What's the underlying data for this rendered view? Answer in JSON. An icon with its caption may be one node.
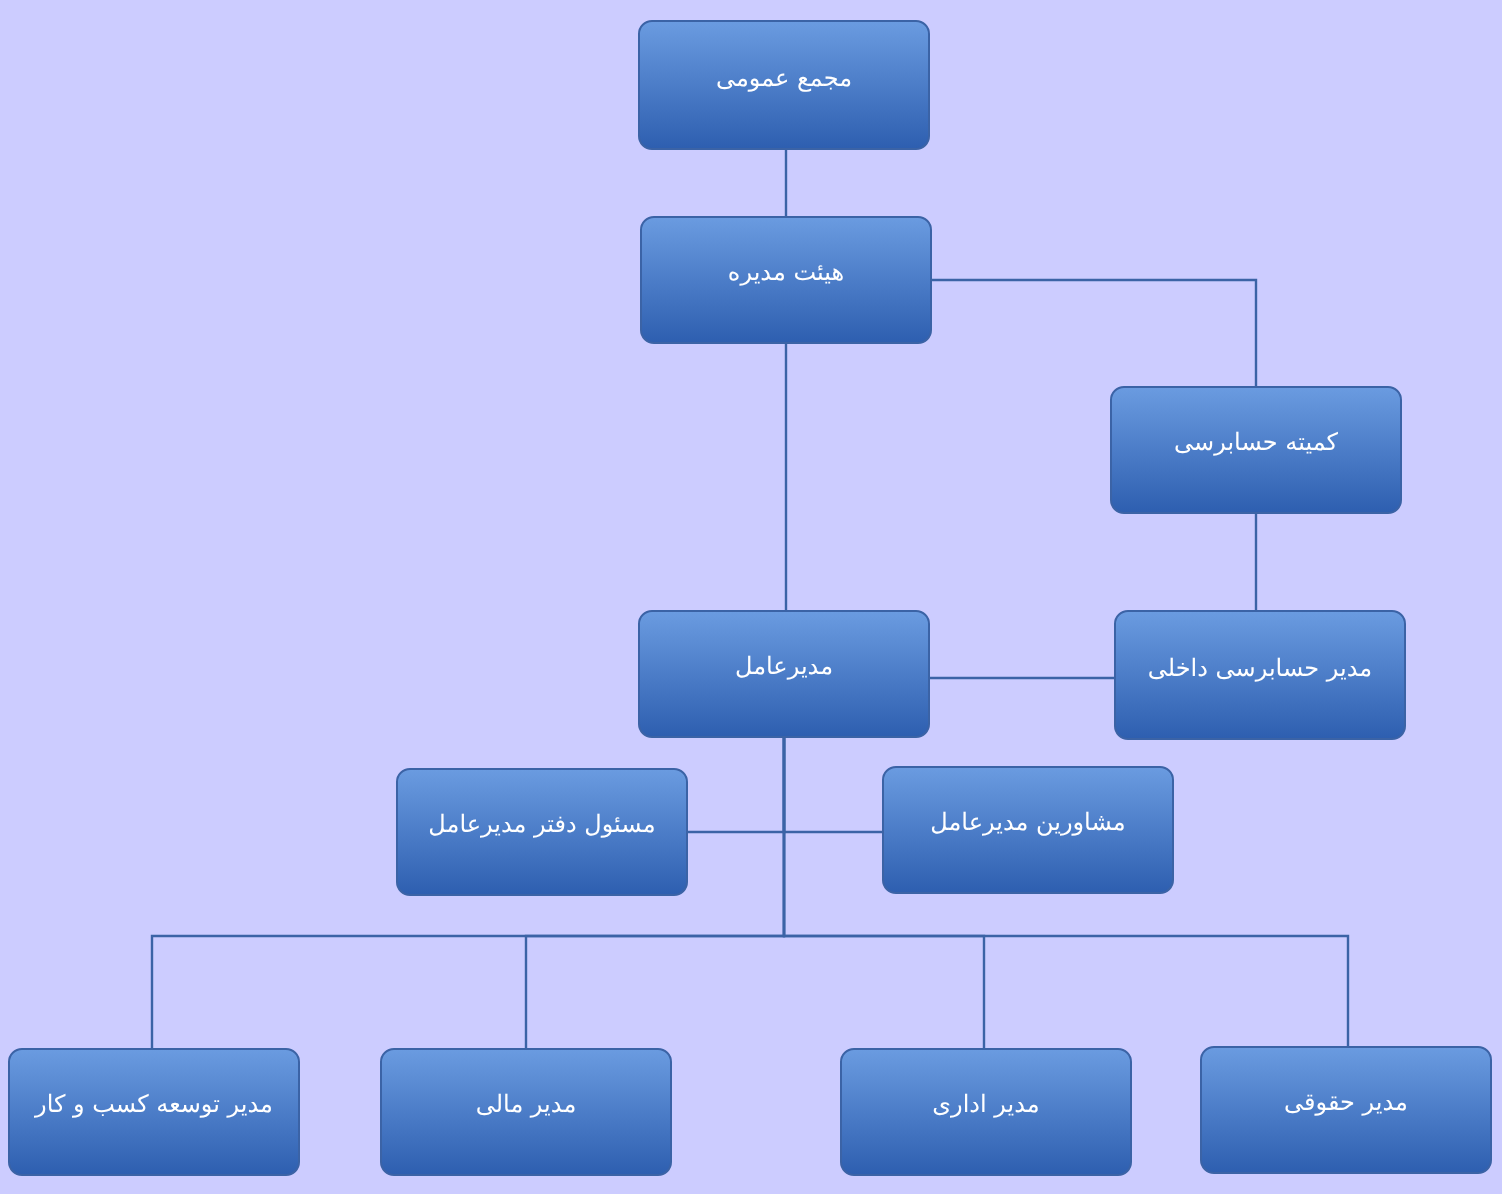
{
  "diagram": {
    "nodes": [
      {
        "text": [
          "مجمع عمومی"
        ]
      },
      {
        "text": [
          "هیئت مدیره"
        ]
      },
      {
        "text": [
          "کمیته حسابرسی"
        ]
      },
      {
        "text": [
          "مدیرعامل"
        ]
      },
      {
        "text": [
          "مدیر حسابرسی داخلی"
        ]
      },
      {
        "text": [
          "مسئول دفتر مدیرعامل"
        ]
      },
      {
        "text": [
          "مشاورین مدیرعامل"
        ]
      },
      {
        "text": [
          "مدیر توسعه کسب و کار"
        ]
      },
      {
        "text": [
          "مدیر مالی"
        ]
      },
      {
        "text": [
          "مدیر اداری"
        ]
      },
      {
        "text": [
          "مدیر حقوقی"
        ]
      }
    ],
    "edges": [
      {
        "from": 0,
        "to": 1,
        "arrow": "none"
      },
      {
        "from": 1,
        "to": 2,
        "arrow": "none"
      },
      {
        "from": 1,
        "to": 3,
        "arrow": "none"
      },
      {
        "from": 2,
        "to": 4,
        "arrow": "none"
      },
      {
        "from": 3,
        "to": 4,
        "arrow": "none"
      },
      {
        "from": 3,
        "to": 5,
        "arrow": "none"
      },
      {
        "from": 3,
        "to": 6,
        "arrow": "none"
      },
      {
        "from": 3,
        "to": 7,
        "arrow": "none"
      },
      {
        "from": 3,
        "to": 8,
        "arrow": "none"
      },
      {
        "from": 3,
        "to": 9,
        "arrow": "none"
      },
      {
        "from": 3,
        "to": 10,
        "arrow": "none"
      }
    ]
  }
}
